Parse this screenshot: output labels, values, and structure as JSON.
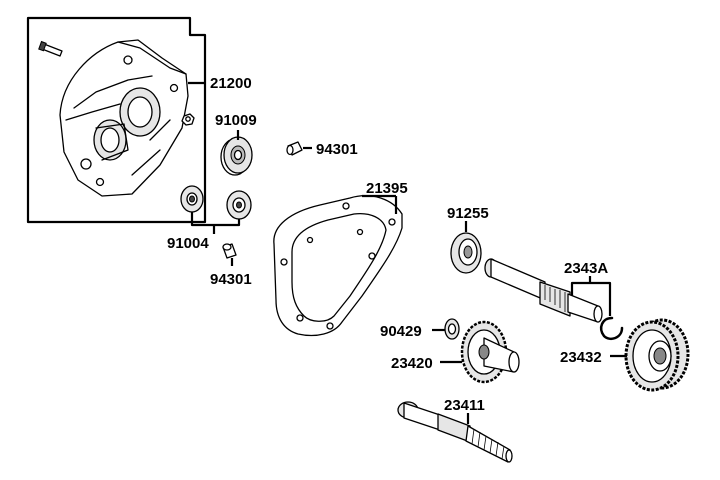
{
  "parts": [
    {
      "id": "housing",
      "number": "21200"
    },
    {
      "id": "bearing-top",
      "number": "91009"
    },
    {
      "id": "dowel-top",
      "number": "94301"
    },
    {
      "id": "gasket",
      "number": "21395"
    },
    {
      "id": "bearing-pair",
      "number": "91004"
    },
    {
      "id": "dowel-bottom",
      "number": "94301"
    },
    {
      "id": "seal",
      "number": "91255"
    },
    {
      "id": "circlip",
      "number": "2343A"
    },
    {
      "id": "washer",
      "number": "90429"
    },
    {
      "id": "gear-mid",
      "number": "23420"
    },
    {
      "id": "gear-right",
      "number": "23432"
    },
    {
      "id": "shaft-bottom",
      "number": "23411"
    }
  ]
}
